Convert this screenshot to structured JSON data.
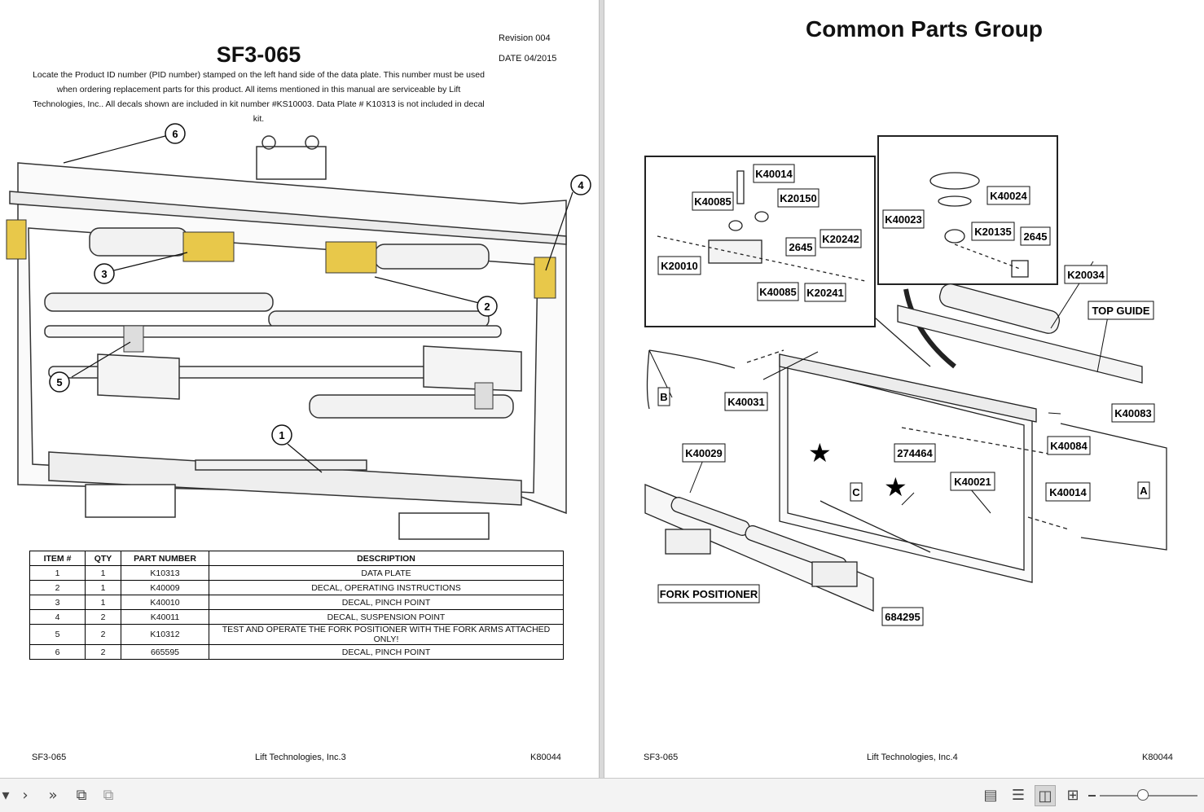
{
  "left_page": {
    "revision": "Revision 004",
    "date": "DATE 04/2015",
    "title": "SF3-065",
    "intro": "Locate the Product ID number (PID number) stamped on the left hand side of the data plate. This number must be used when ordering replacement parts for this product. All items mentioned in this manual are serviceable by Lift Technologies, Inc.. All decals shown are included in kit number #KS10003. Data Plate # K10313 is not included in decal kit.",
    "callouts": [
      "1",
      "2",
      "3",
      "4",
      "5",
      "6"
    ],
    "table": {
      "headers": [
        "ITEM #",
        "QTY",
        "PART NUMBER",
        "DESCRIPTION"
      ],
      "rows": [
        [
          "1",
          "1",
          "K10313",
          "DATA PLATE"
        ],
        [
          "2",
          "1",
          "K40009",
          "DECAL, OPERATING INSTRUCTIONS"
        ],
        [
          "3",
          "1",
          "K40010",
          "DECAL, PINCH POINT"
        ],
        [
          "4",
          "2",
          "K40011",
          "DECAL, SUSPENSION POINT"
        ],
        [
          "5",
          "2",
          "K10312",
          "TEST AND OPERATE THE FORK POSITIONER WITH THE FORK ARMS  ATTACHED ONLY!"
        ],
        [
          "6",
          "2",
          "665595",
          "DECAL, PINCH POINT"
        ]
      ]
    },
    "footer": {
      "left": "SF3-065",
      "center": "Lift Technologies, Inc.3",
      "right": "K80044"
    }
  },
  "right_page": {
    "title": "Common Parts Group",
    "labels": {
      "k40014_top": "K40014",
      "k40085_a": "K40085",
      "k20150": "K20150",
      "k2645_a": "2645",
      "k20242": "K20242",
      "k20010": "K20010",
      "k40085_b": "K40085",
      "k20241": "K20241",
      "k40023": "K40023",
      "k40024": "K40024",
      "k20135": "K20135",
      "k2645_b": "2645",
      "k20034": "K20034",
      "top_guide": "TOP GUIDE",
      "b": "B",
      "k40031": "K40031",
      "k40083": "K40083",
      "k40084": "K40084",
      "k40029": "K40029",
      "k274464": "274464",
      "k40021": "K40021",
      "c": "C",
      "k40014_b": "K40014",
      "a": "A",
      "fork_positioner": "FORK POSITIONER",
      "k684295": "684295"
    },
    "footer": {
      "left": "SF3-065",
      "center": "Lift Technologies, Inc.4",
      "right": "K80044"
    }
  },
  "toolbar": {
    "icons": [
      "menu-down-icon",
      "next-page-icon",
      "last-page-icon",
      "rotate-icon",
      "rotate-alt-icon",
      "single-page-icon",
      "continuous-icon",
      "two-page-icon",
      "two-page-continuous-icon"
    ],
    "glyphs": {
      "down": "▾",
      "next": "›",
      "last": "»",
      "rot1": "⧉",
      "rot2": "⧉",
      "single": "▤",
      "cont": "☰",
      "two": "◫",
      "twocont": "⊞"
    }
  }
}
